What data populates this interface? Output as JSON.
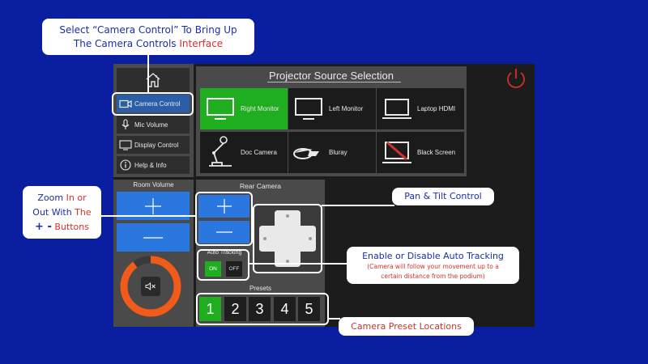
{
  "callouts": {
    "camera_control_line1": "Select “Camera Control” To Bring Up",
    "camera_control_line2_a": "The Camera Controls",
    "camera_control_line2_b": " Interface",
    "zoom_line1_a": "Zoom",
    "zoom_line1_b": " In or",
    "zoom_line2_a": "Out With",
    "zoom_line2_b": " The",
    "zoom_line3_symbols": "+ -",
    "zoom_line3_word": "Buttons",
    "pan_tilt": "Pan & Tilt Control",
    "auto_tracking_title": "Enable or Disable Auto Tracking",
    "auto_tracking_sub1": "(Camera will follow your movement up to a",
    "auto_tracking_sub2": "certain distance from the podium)",
    "presets": "Camera Preset Locations"
  },
  "nav": {
    "home": "home",
    "items": [
      {
        "label": "Camera Control",
        "icon": "video-camera-icon",
        "active": true
      },
      {
        "label": "Mic Volume",
        "icon": "microphone-icon"
      },
      {
        "label": "Display Control",
        "icon": "monitor-icon"
      },
      {
        "label": "Help & Info",
        "icon": "info-icon"
      }
    ]
  },
  "projector": {
    "title": "Projector Source Selection",
    "sources": [
      {
        "label": "Right Monitor",
        "icon": "monitor-icon",
        "active": true
      },
      {
        "label": "Left Monitor",
        "icon": "monitor-icon"
      },
      {
        "label": "Laptop HDMI",
        "icon": "laptop-icon"
      },
      {
        "label": "Doc Camera",
        "icon": "document-camera-icon"
      },
      {
        "label": "Bluray",
        "icon": "bluray-icon"
      },
      {
        "label": "Black Screen",
        "icon": "black-screen-icon"
      }
    ]
  },
  "room_volume": {
    "title": "Room Volume",
    "level_percent": 90
  },
  "rear_camera": {
    "title": "Rear Camera",
    "auto_tracking_label": "Auto Tracking",
    "on_label": "ON",
    "off_label": "OFF",
    "presets_label": "Presets",
    "presets": [
      "1",
      "2",
      "3",
      "4",
      "5"
    ],
    "active_preset": "1"
  },
  "colors": {
    "background": "#0a1fa0",
    "active_green": "#1fae1f",
    "zoom_blue": "#2b77e0",
    "volume_orange": "#f05a1a",
    "callout_blue": "#1b2ea6",
    "callout_red": "#d0312d",
    "power_red": "#d0312d"
  }
}
